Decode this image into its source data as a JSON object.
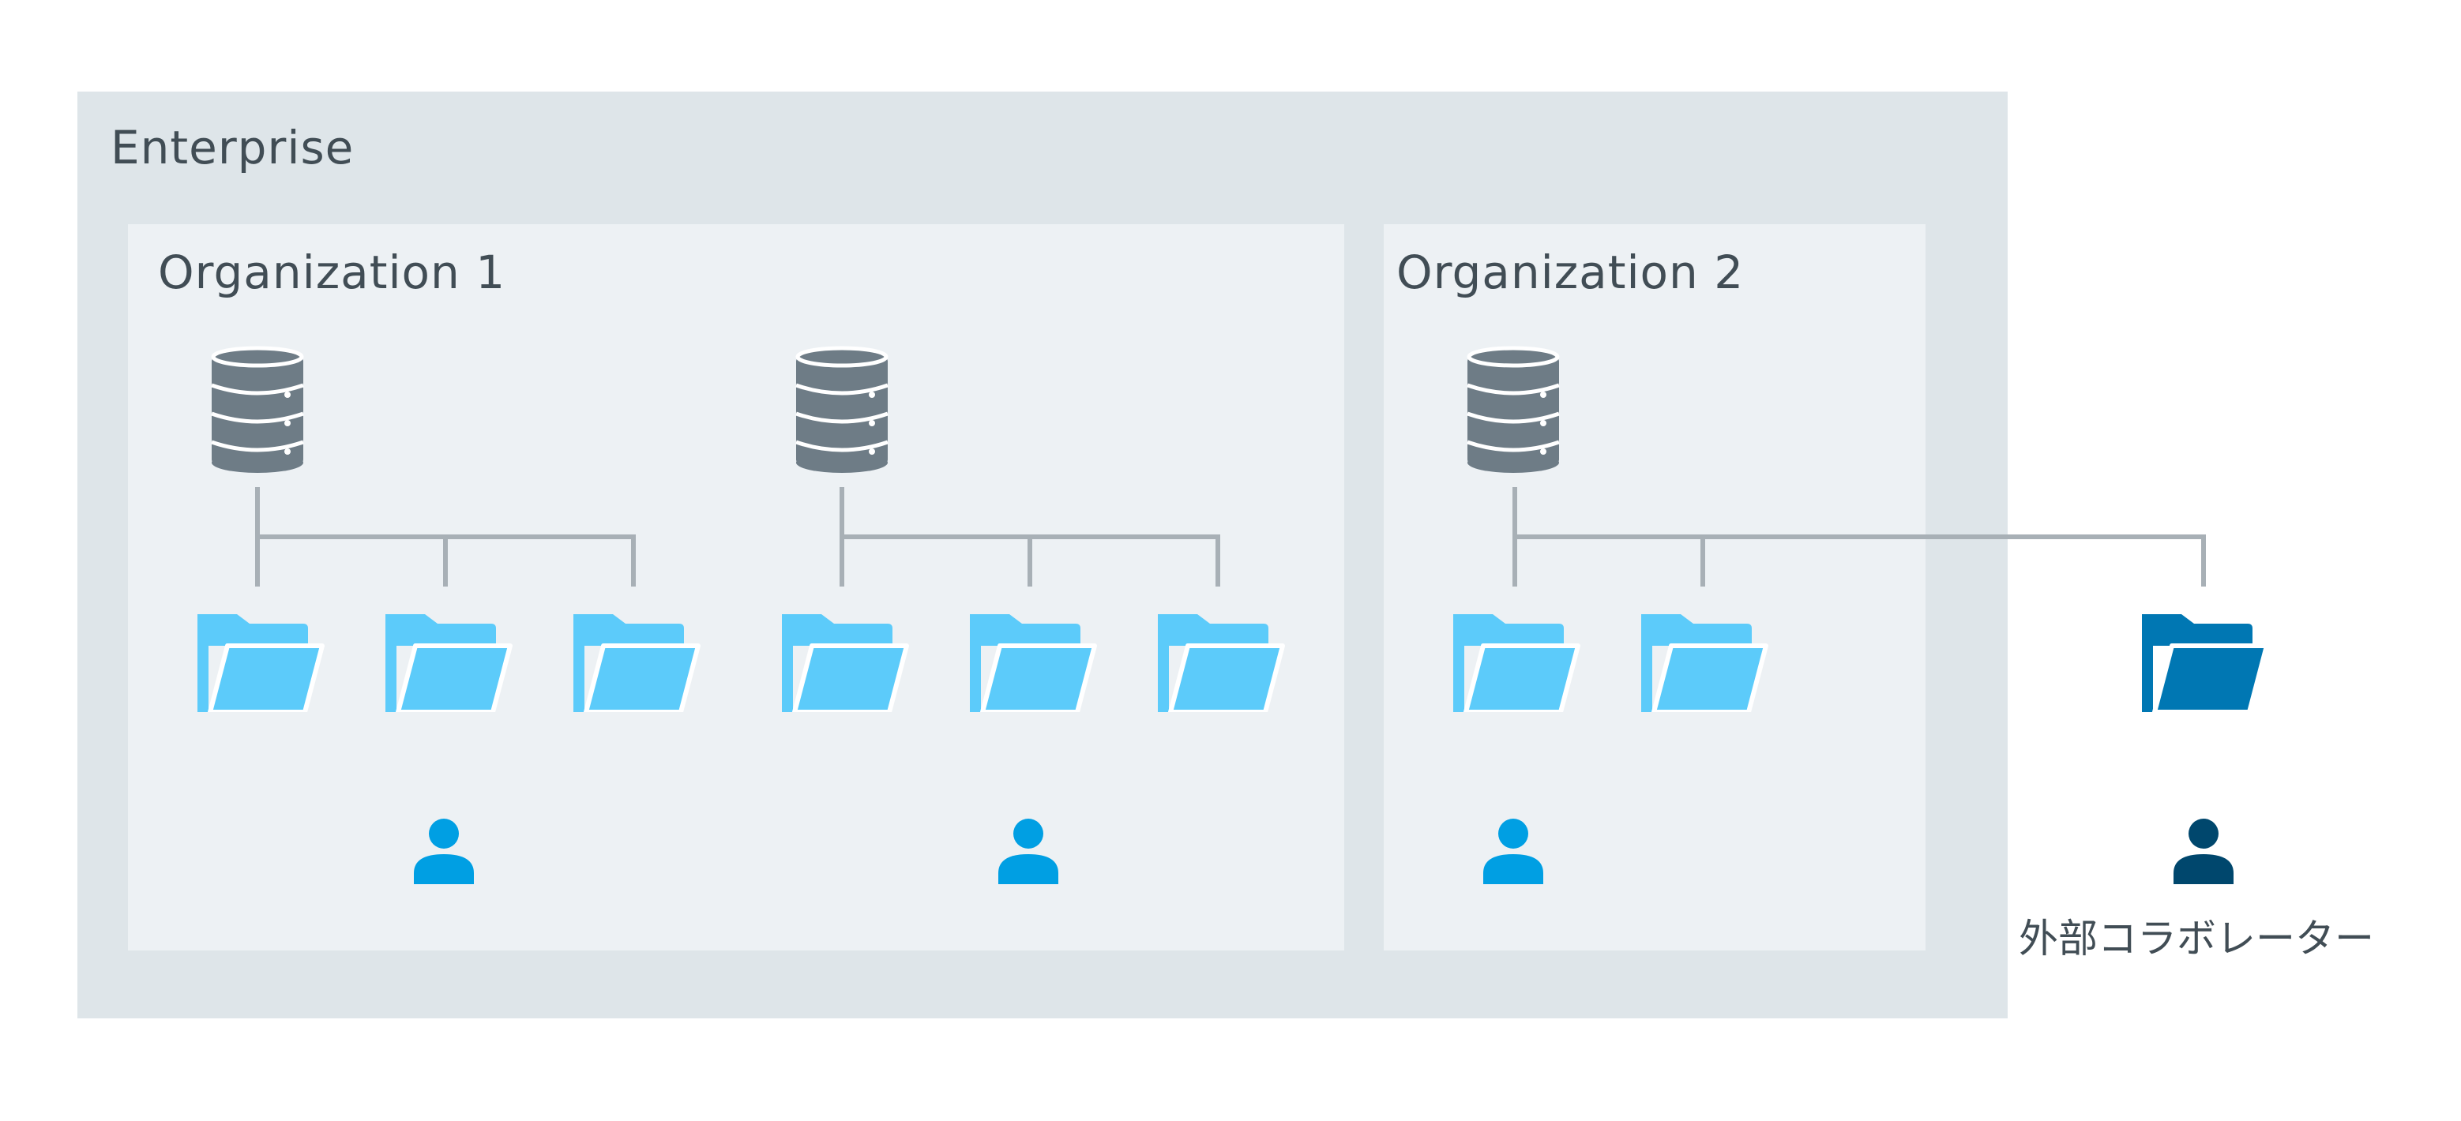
{
  "enterprise": {
    "label": "Enterprise"
  },
  "organizations": [
    {
      "label": "Organization 1"
    },
    {
      "label": "Organization 2"
    }
  ],
  "external_collaborator": {
    "label": "外部コラボレーター"
  },
  "colors": {
    "enterprise_bg": "#dee5e9",
    "organization_bg": "#edf1f4",
    "database": "#6e7c86",
    "folder_internal": "#5ccbfa",
    "folder_external": "#0077b3",
    "user_internal": "#009fe3",
    "user_external": "#00476d",
    "connector": "#a8b0b6",
    "text": "#414d55"
  },
  "icons": {
    "database": "database-icon",
    "folder": "folder-icon",
    "user": "user-icon"
  }
}
